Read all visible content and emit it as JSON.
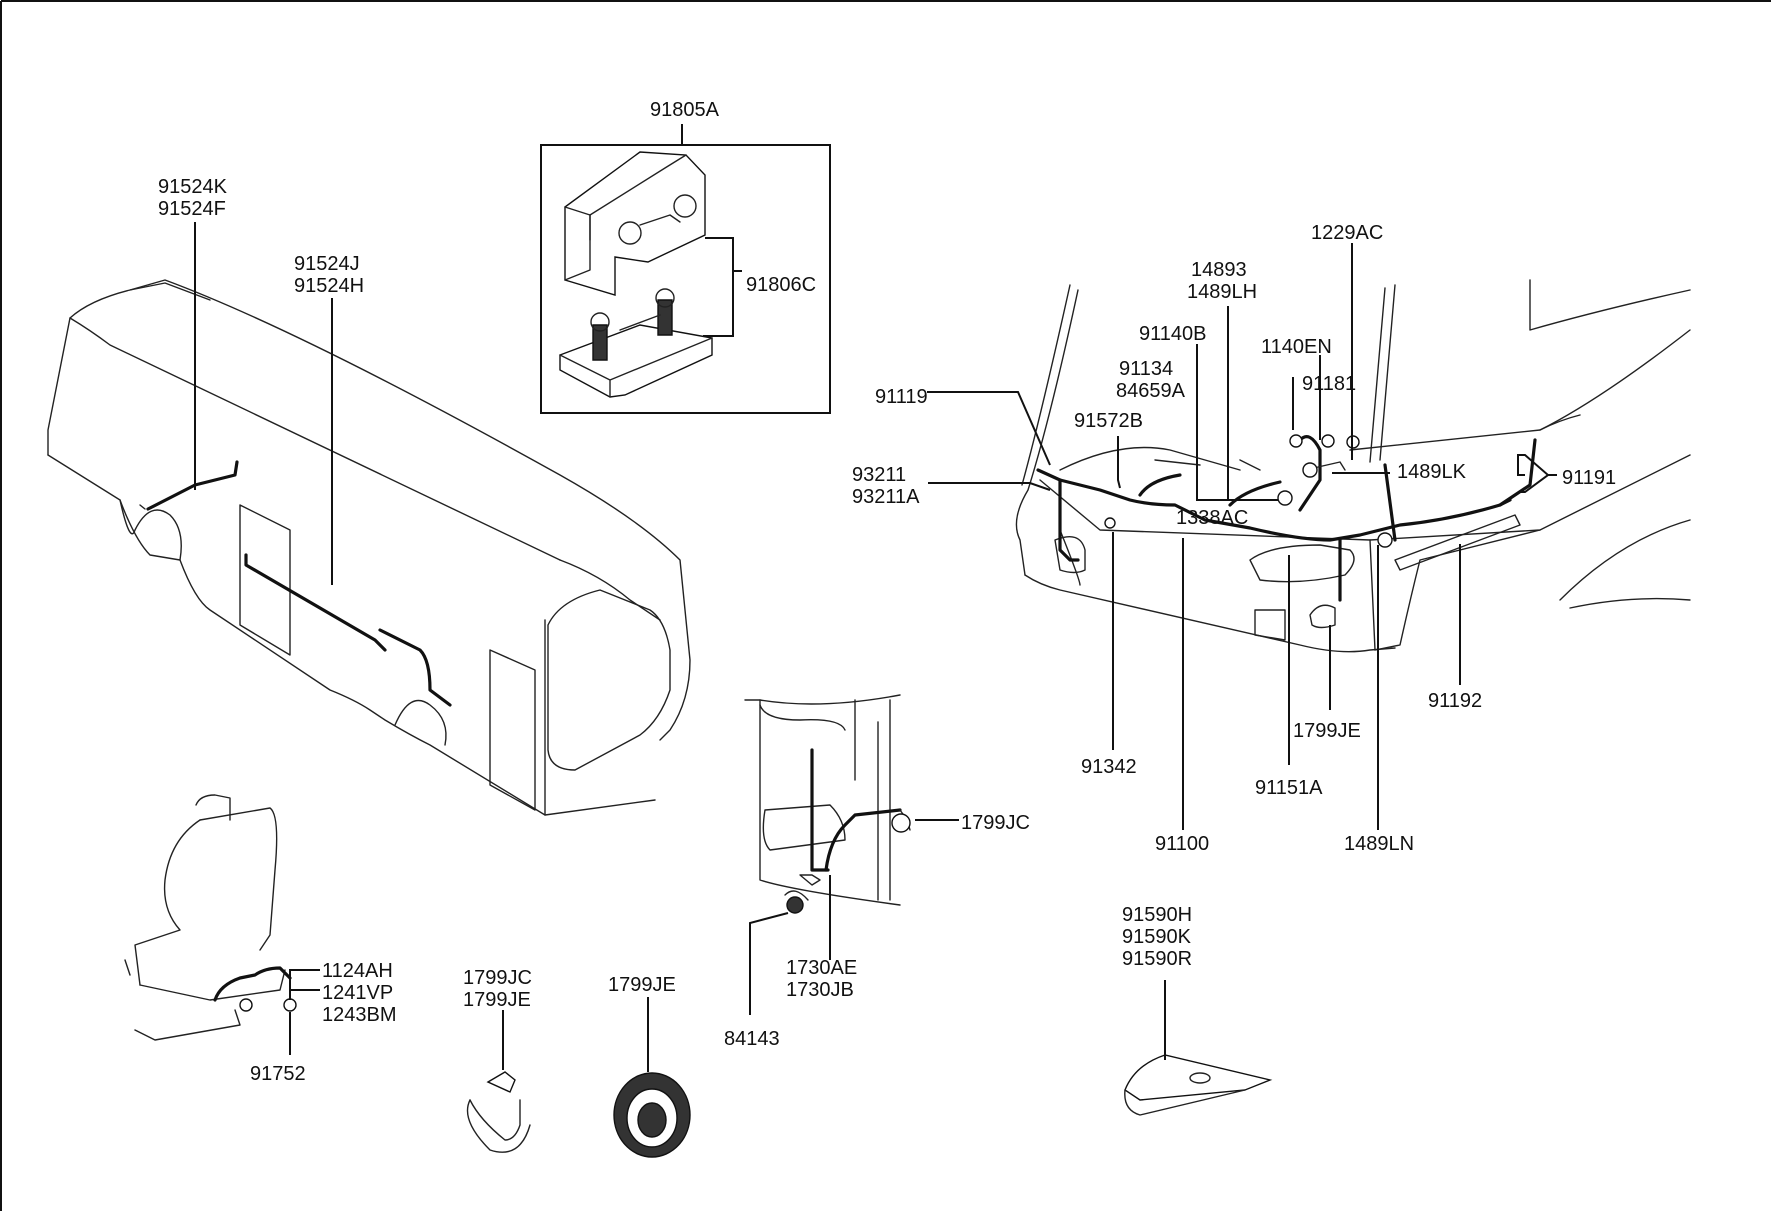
{
  "labels": {
    "p91805A": "91805A",
    "p91806C": "91806C",
    "p91524K": "91524K",
    "p91524F": "91524F",
    "p91524J": "91524J",
    "p91524H": "91524H",
    "p1229AC": "1229AC",
    "p14893": "14893",
    "p1489LH": "1489LH",
    "p91140B": "91140B",
    "p1140EN": "1140EN",
    "p91134": "91134",
    "p84659A": "84659A",
    "p91181": "91181",
    "p91119": "91119",
    "p91572B": "91572B",
    "p1489LK": "1489LK",
    "p93211": "93211",
    "p93211A": "93211A",
    "p91191": "91191",
    "p1338AC": "1338AC",
    "p91192": "91192",
    "p1799JE_a": "1799JE",
    "p91342": "91342",
    "p91151A": "91151A",
    "p91100": "91100",
    "p1489LN": "1489LN",
    "p1799JC_a": "1799JC",
    "p1730AE": "1730AE",
    "p1730JB": "1730JB",
    "p84143": "84143",
    "p1124AH": "1124AH",
    "p1241VP": "1241VP",
    "p1243BM": "1243BM",
    "p91752": "91752",
    "p1799JC_b": "1799JC",
    "p1799JE_b": "1799JE",
    "p1799JE_c": "1799JE",
    "p91590H": "91590H",
    "p91590K": "91590K",
    "p91590R": "91590R"
  }
}
